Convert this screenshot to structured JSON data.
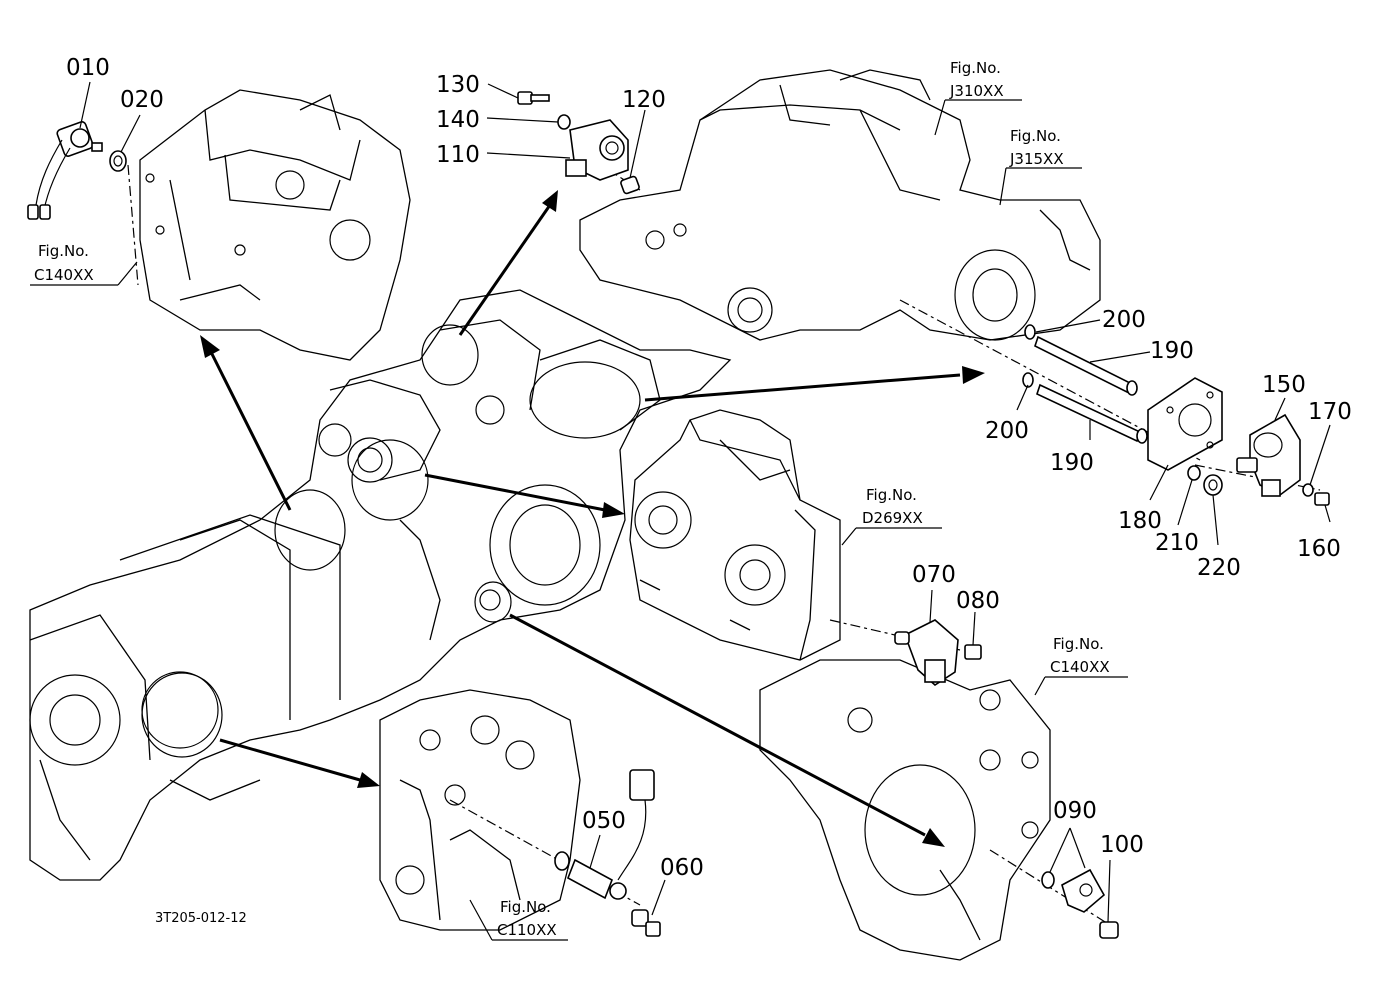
{
  "drawing_code": "3T205-012-12",
  "fig_prefix": "Fig.No.",
  "fig_refs": {
    "c140_top": "C140XX",
    "j310": "J310XX",
    "j315": "J315XX",
    "d269": "D269XX",
    "c140_right": "C140XX",
    "c110": "C110XX"
  },
  "parts": {
    "p010": "010",
    "p020": "020",
    "p050": "050",
    "p060": "060",
    "p070": "070",
    "p080": "080",
    "p090": "090",
    "p100": "100",
    "p110": "110",
    "p120": "120",
    "p130": "130",
    "p140": "140",
    "p150": "150",
    "p160": "160",
    "p170": "170",
    "p180": "180",
    "p190a": "190",
    "p190b": "190",
    "p200a": "200",
    "p200b": "200",
    "p210": "210",
    "p220": "220"
  }
}
